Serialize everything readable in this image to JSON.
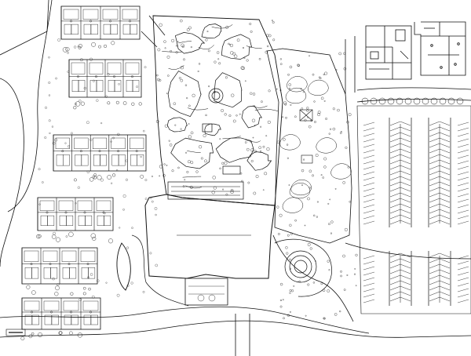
{
  "drawing": {
    "kind": "site masterplan line drawing",
    "palette": {
      "line": "#111111",
      "background": "#ffffff",
      "light_line": "#555555"
    },
    "legible_text": [],
    "regions": [
      "residential-block-1",
      "residential-block-2",
      "residential-block-3",
      "residential-block-4",
      "residential-block-5",
      "residential-block-6",
      "central-garden",
      "east-landscape",
      "main-building-footprint",
      "round-plaza",
      "parking-lot",
      "inset-plan-1",
      "inset-plan-2",
      "access-roads"
    ]
  }
}
